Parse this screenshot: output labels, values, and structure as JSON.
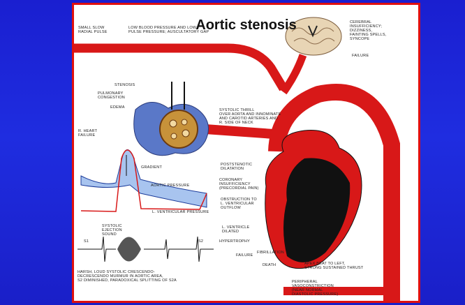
{
  "slide": {
    "title": "Aortic stenosis"
  },
  "labels": {
    "small_slow_radial_pulse": "SMALL SLOW\nRADIAL PULSE",
    "low_blood_pressure": "LOW BLOOD PRESSURE AND LOW\nPULSE PRESSURE; AUSCULTATORY GAP",
    "cerebral_insufficiency": "CEREBRAL\nINSUFFICIENCY;\nDIZZINESS,\nFAINTING SPELLS,\nSYNCOPE",
    "failure": "FAILURE",
    "stenosis": "STENOSIS",
    "pulmonary_congestion": "PULMONARY\nCONGESTION",
    "edema": "EDEMA",
    "r_heart_failure": "R. HEART\nFAILURE",
    "systolic_thrill": "SYSTOLIC THRILL\nOVER AORTA AND INNOMINATE\nAND CAROTID ARTERIES AND\nR. SIDE OF NECK",
    "gradient": "GRADIENT",
    "aortic_pressure": "AORTIC PRESSURE",
    "lv_pressure": "L. VENTRICULAR PRESSURE",
    "poststenotic_dilatation": "POSTSTENOTIC\nDILATATION",
    "coronary_insufficiency": "CORONARY\nINSUFFICIENCY\n(PRECORDIAL PAIN)",
    "obstruction_lv_outflow": "OBSTRUCTION TO\nL. VENTRICULAR\nOUTFLOW",
    "lv_dilated": "L. VENTRICLE\nDILATED",
    "hypertrophy": "HYPERTROPHY",
    "failure2": "FAILURE",
    "fibrillation": "FIBRILLATION",
    "death": "DEATH",
    "apex_beat": "APEX BEAT TO LEFT,\nSTRONG SUSTAINED THRUST",
    "peripheral_vasoconstriction": "PERIPHERAL\nVASOCONSTRICTION\n(NEAR NORMAL\nDIASTOLIC PRESSURE)",
    "systolic_ejection": "SYSTOLIC\nEJECTION\nSOUND",
    "murmur_note": "HARSH, LOUD SYSTOLIC CRESCENDO-\nDECRESCENDO MURMUR IN AORTIC AREA,\nS2 DIMINISHED, PARADOXICAL SPLITTING OF S2A",
    "s1": "S1",
    "s2": "S2"
  }
}
